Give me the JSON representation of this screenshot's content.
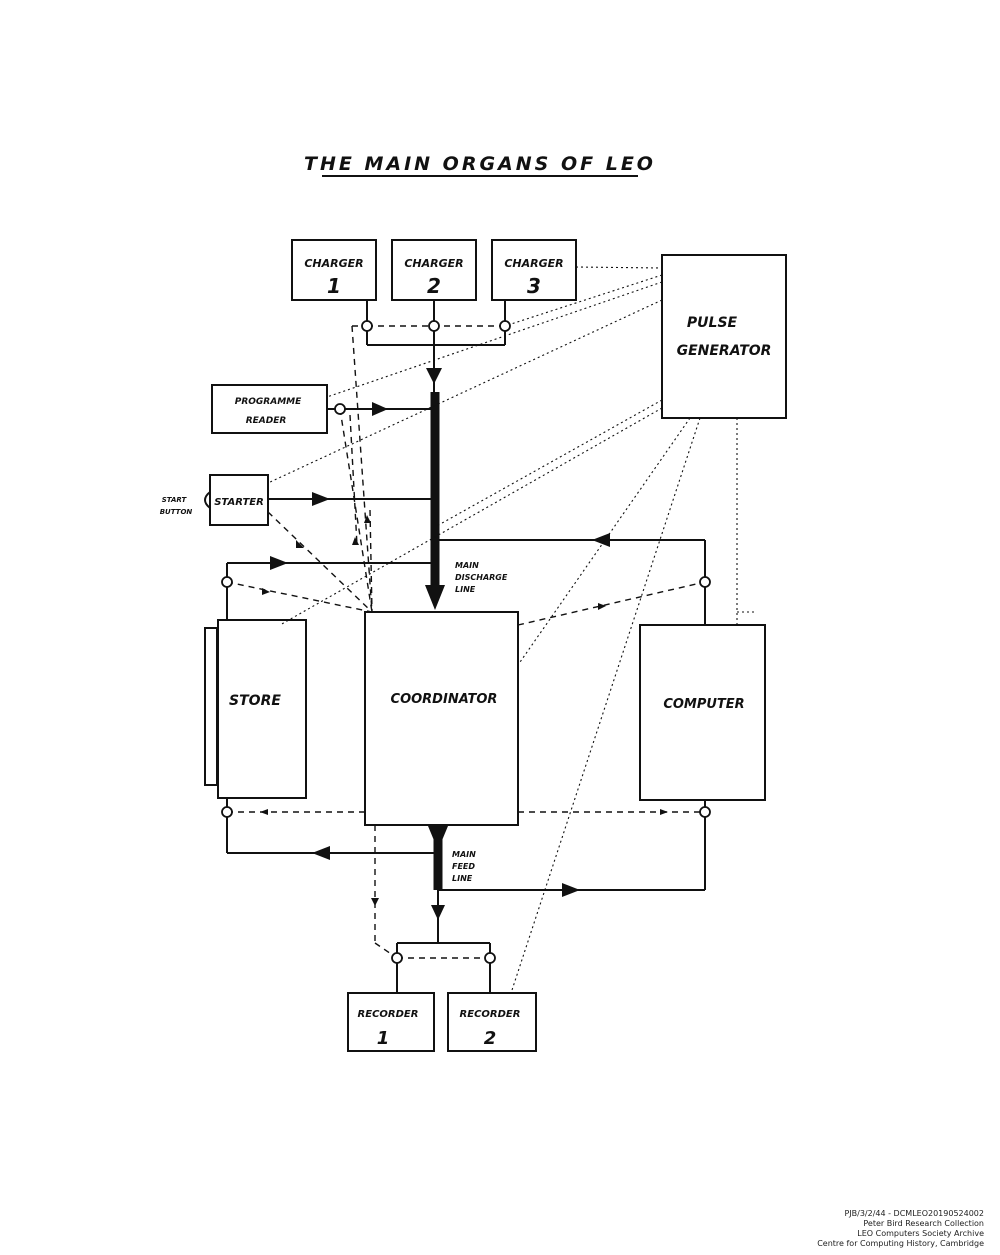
{
  "title": "THE MAIN ORGANS OF LEO",
  "boxes": {
    "charger1": {
      "line1": "CHARGER",
      "line2": "1"
    },
    "charger2": {
      "line1": "CHARGER",
      "line2": "2"
    },
    "charger3": {
      "line1": "CHARGER",
      "line2": "3"
    },
    "pulse_generator": {
      "line1": "PULSE",
      "line2": "GENERATOR"
    },
    "programme_reader": {
      "line1": "PROGRAMME",
      "line2": "READER"
    },
    "starter": {
      "label": "STARTER"
    },
    "store": {
      "label": "STORE"
    },
    "coordinator": {
      "label": "COORDINATOR"
    },
    "computer": {
      "label": "COMPUTER"
    },
    "recorder1": {
      "line1": "RECORDER",
      "line2": "1"
    },
    "recorder2": {
      "line1": "RECORDER",
      "line2": "2"
    }
  },
  "labels": {
    "start_button": {
      "line1": "START",
      "line2": "BUTTON"
    },
    "main_discharge_line": {
      "line1": "MAIN",
      "line2": "DISCHARGE",
      "line3": "LINE"
    },
    "main_feed_line": {
      "line1": "MAIN",
      "line2": "FEED",
      "line3": "LINE"
    }
  },
  "archive_caption": [
    "PJB/3/2/44 - DCMLEO20190524002",
    "Peter Bird Research Collection",
    "LEO Computers Society Archive",
    "Centre for Computing History, Cambridge"
  ]
}
